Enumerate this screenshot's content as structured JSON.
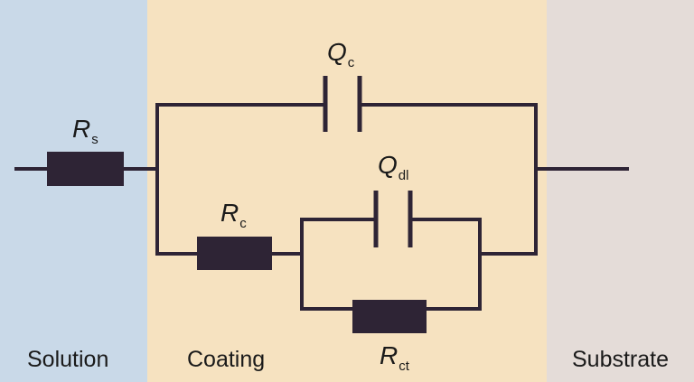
{
  "regions": {
    "solution": {
      "label": "Solution",
      "color": "#c9d9e8"
    },
    "coating": {
      "label": "Coating",
      "color": "#f6e2c0"
    },
    "substrate": {
      "label": "Substrate",
      "color": "#e4dcd8"
    }
  },
  "components": {
    "rs": {
      "symbol": "R",
      "subscript": "s"
    },
    "qc": {
      "symbol": "Q",
      "subscript": "c"
    },
    "rc": {
      "symbol": "R",
      "subscript": "c"
    },
    "qdl": {
      "symbol": "Q",
      "subscript": "dl"
    },
    "rct": {
      "symbol": "R",
      "subscript": "ct"
    }
  },
  "colors": {
    "wire": "#2e2435",
    "resistor": "#2e2435"
  }
}
